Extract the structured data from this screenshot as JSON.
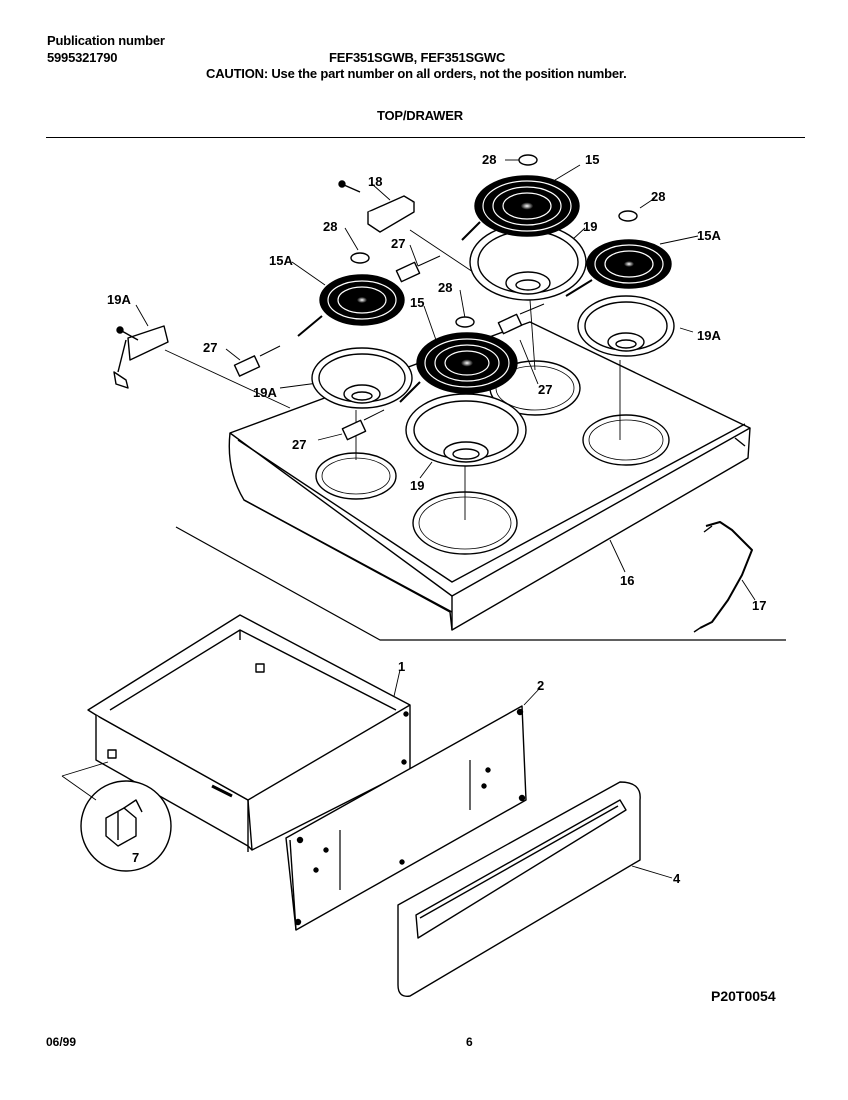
{
  "header": {
    "publication_label": "Publication number",
    "publication_number": "5995321790",
    "models": "FEF351SGWB, FEF351SGWC",
    "caution": "CAUTION:  Use the part number on all orders, not the position number.",
    "section_title": "TOP/DRAWER"
  },
  "callouts": {
    "c28a": "28",
    "c15a": "15",
    "c18": "18",
    "c28b": "28",
    "c15A_r": "15A",
    "c28c": "28",
    "c27a": "27",
    "c19a": "19",
    "c15A_l": "15A",
    "c28d": "28",
    "c19A_l": "19A",
    "c15b": "15",
    "c19A_r": "19A",
    "c27b": "27",
    "c19A_m": "19A",
    "c27c": "27",
    "c27d": "27",
    "c19b": "19",
    "c16": "16",
    "c17": "17",
    "c1": "1",
    "c2": "2",
    "c4": "4",
    "c7": "7"
  },
  "footer": {
    "figure_id": "P20T0054",
    "date": "06/99",
    "page": "6"
  }
}
